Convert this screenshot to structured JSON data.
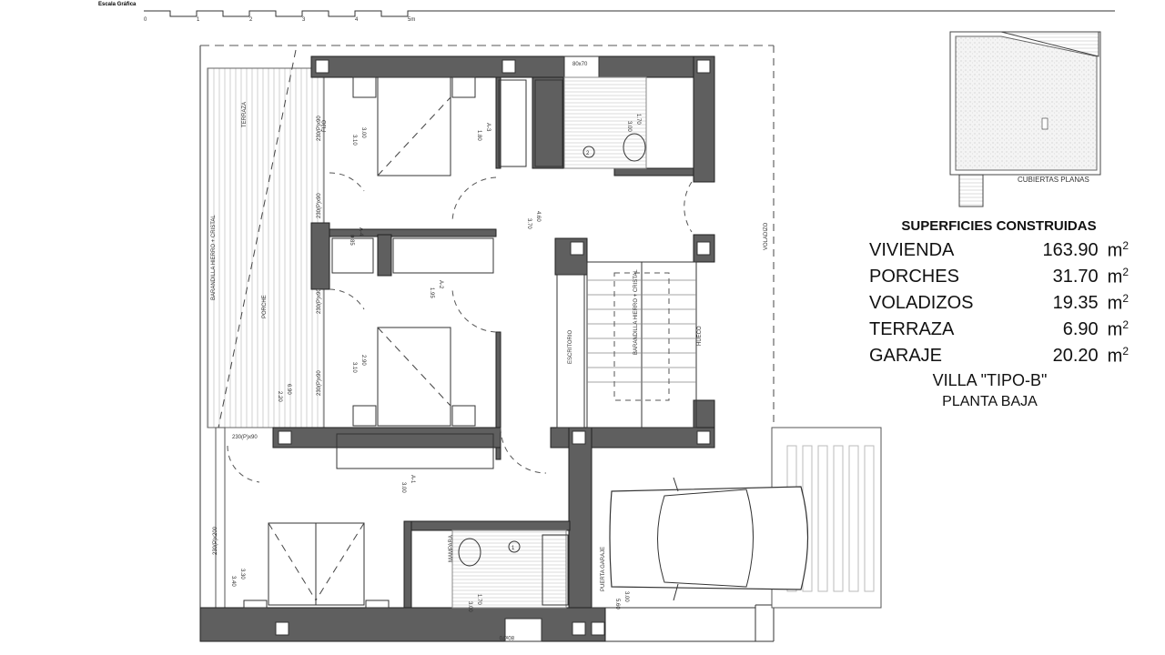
{
  "scale": {
    "label": "Escala Gráfica",
    "ticks": [
      "0",
      "1",
      "2",
      "3",
      "4",
      "5m"
    ]
  },
  "roof": {
    "caption": "CUBIERTAS PLANAS"
  },
  "summary": {
    "title": "SUPERFICIES CONSTRUIDAS",
    "rows": [
      {
        "name": "VIVIENDA",
        "value": "163.90",
        "unit": "m",
        "exp": "2"
      },
      {
        "name": "PORCHES",
        "value": "31.70",
        "unit": "m",
        "exp": "2"
      },
      {
        "name": "VOLADIZOS",
        "value": "19.35",
        "unit": "m",
        "exp": "2"
      },
      {
        "name": "TERRAZA",
        "value": "6.90",
        "unit": "m",
        "exp": "2"
      },
      {
        "name": "GARAJE",
        "value": "20.20",
        "unit": "m",
        "exp": "2"
      }
    ],
    "villa": "VILLA \"TIPO-B\"",
    "floor": "PLANTA BAJA"
  },
  "plan_labels": {
    "terraza": "TERRAZA",
    "porche": "PORCHE",
    "voladizo": "VOLADIZO",
    "escritorio": "ESCRITORIO",
    "barandilla_left": "BARANDILLA HIERRO + CRISTAL",
    "barandilla_stair": "BARANDILLA HIERRO + CRISTAL",
    "window_top": "80x70",
    "window_bottom": "80x70",
    "win_bed1_a": "230(P)x90",
    "win_bed1_b": "230(P)x90",
    "win_bed2_a": "230(P)x90",
    "win_bed2_b": "230(P)x90",
    "win_porch": "230(P)x90",
    "win_bed3": "230(P)x200",
    "fijo": "FIJO",
    "bed1_dims": [
      "3.00",
      "3.10"
    ],
    "bed2_dims": [
      "2.90",
      "3.10"
    ],
    "bed3_dims": [
      "3.30",
      "3.40"
    ],
    "hall_dims": [
      "4.60",
      "3.70"
    ],
    "bath2_dims": [
      "1.70",
      "3.00"
    ],
    "bath1_dims": [
      "1.70",
      "3.00"
    ],
    "garage_dims": [
      "3.00",
      "5.60"
    ],
    "porch_dims": [
      "6.90",
      "2.20"
    ],
    "wardrobe_a1": [
      "A-1",
      "3.00"
    ],
    "wardrobe_a2": [
      "A-2",
      "1.95"
    ],
    "wardrobe_a3": [
      "A-3",
      "1.80"
    ],
    "wardrobe_a4": [
      "A-4",
      "0.85"
    ],
    "mampara": "MAMPARA",
    "bath_num_1": "1",
    "bath_num_2": "2",
    "hueco": "HUECO",
    "garage_door": "PUERTA GARAJE"
  }
}
